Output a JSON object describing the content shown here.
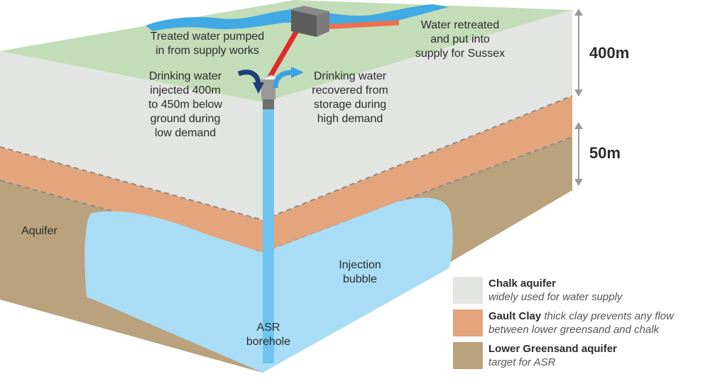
{
  "labels": {
    "treated_water": [
      "Treated water pumped",
      "in from supply works"
    ],
    "water_retreated": [
      "Water retreated",
      "and put into",
      "supply for Sussex"
    ],
    "injected": [
      "Drinking water",
      "injected 400m",
      "to 450m below",
      "ground during",
      "low demand"
    ],
    "recovered": [
      "Drinking water",
      "recovered from",
      "storage during",
      "high demand"
    ],
    "aquifer": "Aquifer",
    "injection_bubble": [
      "Injection",
      "bubble"
    ],
    "asr_borehole": [
      "ASR",
      "borehole"
    ],
    "depth_top": "400m",
    "depth_bottom": "50m"
  },
  "legend": [
    {
      "title": "Chalk aquifer",
      "desc": "widely used for water supply",
      "color": "#e3e5e2"
    },
    {
      "title": "Gault Clay",
      "desc_inline": " thick clay prevents any flow",
      "desc": "between lower greensand and chalk",
      "color": "#e4a57c"
    },
    {
      "title": "Lower Greensand aquifer",
      "desc": "target for ASR",
      "color": "#b9a27d"
    }
  ],
  "colors": {
    "surface": "#c3ddb8",
    "chalk": "#e3e5e2",
    "clay": "#e4a57c",
    "greensand": "#b9a27d",
    "water": "#a9ddf5",
    "borehole": "#6ec4ee",
    "river": "#41a9e3",
    "pipe_in": "#e02a2a",
    "pipe_out": "#ef6f4f",
    "arrow_in": "#1f3f7a",
    "arrow_out": "#3aa4e0"
  }
}
